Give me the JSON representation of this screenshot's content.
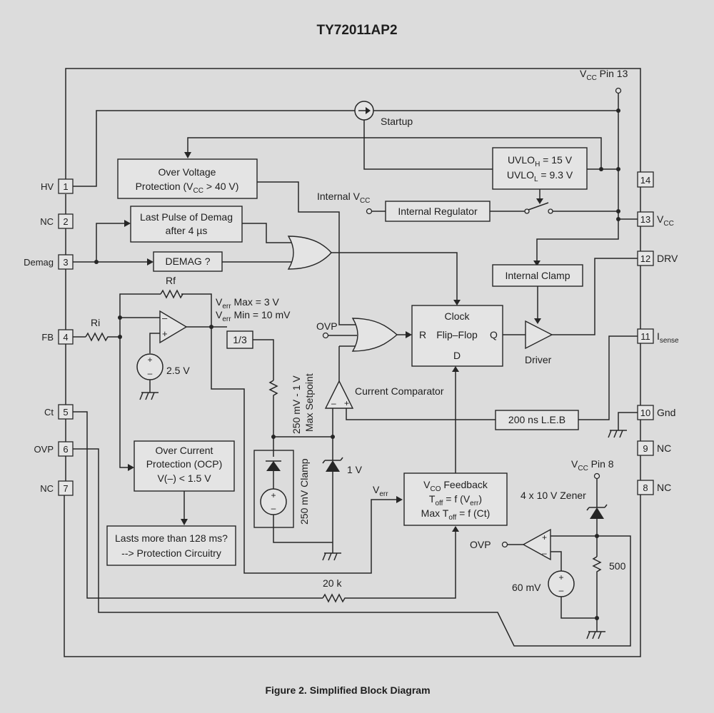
{
  "title": "TY72011AP2",
  "caption": "Figure 2. Simplified Block Diagram",
  "pins_left": {
    "hv": {
      "label": "HV",
      "num": "1"
    },
    "nc2": {
      "label": "NC",
      "num": "2"
    },
    "demag": {
      "label": "Demag",
      "num": "3"
    },
    "fb": {
      "label": "FB",
      "num": "4"
    },
    "ct": {
      "label": "Ct",
      "num": "5"
    },
    "ovp": {
      "label": "OVP",
      "num": "6"
    },
    "nc7": {
      "label": "NC",
      "num": "7"
    }
  },
  "pins_right": {
    "p14": {
      "num": "14",
      "label": ""
    },
    "vcc": {
      "num": "13",
      "label_main": "V",
      "label_sub": "CC"
    },
    "drv": {
      "num": "12",
      "label": "DRV"
    },
    "isense": {
      "num": "11",
      "label_main": "I",
      "label_sub": "sense"
    },
    "gnd": {
      "num": "10",
      "label": "Gnd"
    },
    "nc9": {
      "num": "9",
      "label": "NC"
    },
    "nc8": {
      "num": "8",
      "label": "NC"
    }
  },
  "blocks": {
    "ovp_block": {
      "line1": "Over Voltage",
      "line2a": "Protection (V",
      "line2sub": "CC",
      "line2b": " > 40 V)"
    },
    "last_pulse": {
      "line1": "Last Pulse of Demag",
      "line2": "after 4 µs"
    },
    "demag_q": {
      "label": "DEMAG ?"
    },
    "uvlo": {
      "h_main": "UVLO",
      "h_sub": "H",
      "h_val": " = 15 V",
      "l_main": "UVLO",
      "l_sub": "L",
      "l_val": " = 9.3 V"
    },
    "internal_regulator": {
      "label": "Internal Regulator"
    },
    "internal_clamp": {
      "label": "Internal Clamp"
    },
    "flipflop": {
      "clock": "Clock",
      "name": "Flip–Flop",
      "r": "R",
      "q": "Q",
      "d": "D"
    },
    "leb": {
      "label": "200 ns L.E.B"
    },
    "ocp": {
      "line1": "Over Current",
      "line2": "Protection (OCP)",
      "line3": "V(–) < 1.5 V"
    },
    "lasts": {
      "line1": "Lasts more than 128 ms?",
      "line2": "--> Protection Circuitry"
    },
    "vco": {
      "l1a": "V",
      "l1sub": "CO",
      "l1b": " Feedback",
      "l2a": "T",
      "l2sub": "off",
      "l2b": " = f (V",
      "l2sub2": "err",
      "l2c": ")",
      "l3a": "Max T",
      "l3sub": "off",
      "l3b": " = f (Ct)"
    },
    "divider": {
      "label": "1/3"
    }
  },
  "labels": {
    "vcc_pin13": {
      "main": "V",
      "sub": "CC",
      "rest": " Pin 13"
    },
    "startup": "Startup",
    "internal_vcc": {
      "main": "Internal V",
      "sub": "CC"
    },
    "rf": "Rf",
    "ri": "Ri",
    "verr_max": {
      "main": "V",
      "sub": "err",
      "rest": " Max = 3 V"
    },
    "verr_min": {
      "main": "V",
      "sub": "err",
      "rest": " Min = 10 mV"
    },
    "ref_2v5": "2.5 V",
    "ovp_in": "OVP",
    "current_comparator": "Current Comparator",
    "driver": "Driver",
    "setpoint": "250 mV - 1 V",
    "setpoint2": "Max Setpoint",
    "clamp": "250 mV Clamp",
    "zener_1v": "1 V",
    "verr": {
      "main": "V",
      "sub": "err"
    },
    "vcc_pin8": {
      "main": "V",
      "sub": "CC",
      "rest": " Pin 8"
    },
    "zener": "4 x 10 V Zener",
    "ovp_out": "OVP",
    "ref_60mv": "60 mV",
    "r500": "500",
    "r20k": "20 k"
  }
}
